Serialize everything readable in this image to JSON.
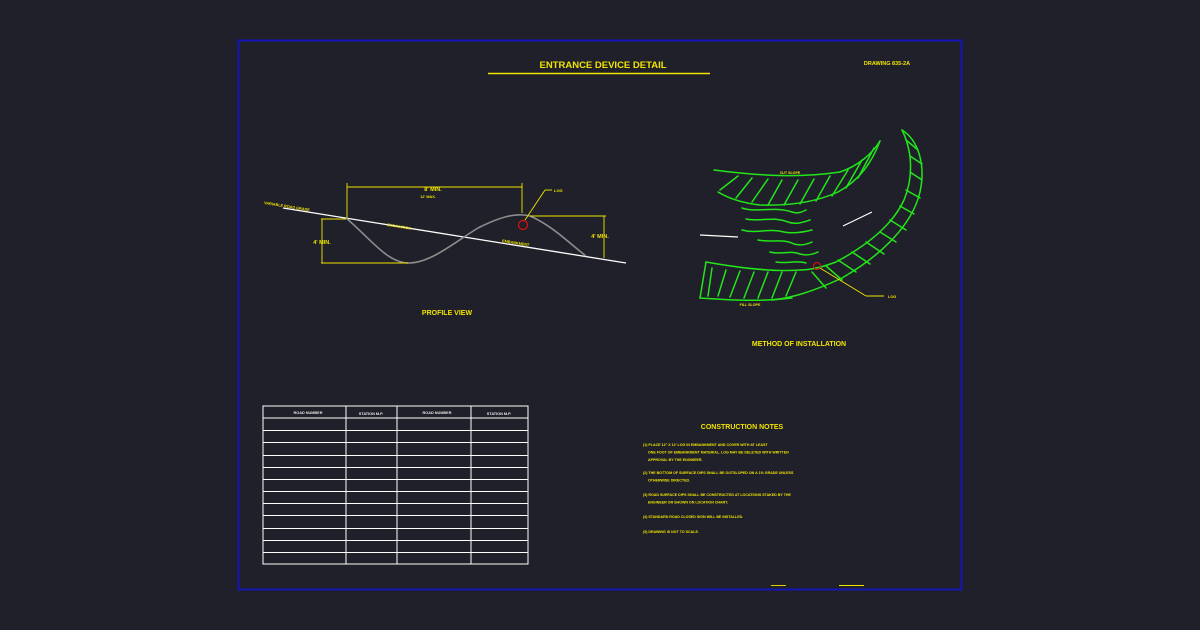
{
  "drawing": {
    "title": "ENTRANCE DEVICE DETAIL",
    "number": "DRAWING 835-2A"
  },
  "profile_view": {
    "label": "PROFILE VIEW",
    "dim_top": "8' MIN.",
    "dim_top_sub": "12' MAX.",
    "dim_left": "4' MIN.",
    "dim_right": "4' MIN.",
    "road_label": "VARIABLE ROAD GRADE",
    "excavation_label": "EXCAVATION",
    "embankment_label": "EMBANKMENT",
    "log_label": "LOG"
  },
  "installation": {
    "label": "METHOD OF INSTALLATION",
    "cut_slope": "CUT SLOPE",
    "fill_slope": "FILL SLOPE",
    "log_label": "LOG"
  },
  "table": {
    "headers": [
      "ROAD NUMBER",
      "STATION M.P.",
      "ROAD NUMBER",
      "STATION M.P."
    ],
    "row_count": 12
  },
  "notes": {
    "title": "CONSTRUCTION NOTES",
    "items": [
      [
        "(1)  PLACE 12\" X 12' LOG IN EMBANKMENT AND COVER WITH AT LEAST",
        "ONE FOOT OF EMBANKMENT MATERIAL.  LOG MAY BE DELETED WITH WRITTEN",
        "APPROVAL BY THE ENGINEER."
      ],
      [
        "(2)  THE BOTTOM OF SURFACE DIPS SHALL BE OUTSLOPED ON A 1% GRADE UNLESS",
        "OTHERWISE DIRECTED."
      ],
      [
        "(3)  ROAD SURFACE DIPS SHALL BE CONSTRUCTED AT LOCATIONS STAKED BY THE",
        "ENGINEER OR SHOWN ON LOCATION CHART."
      ],
      [
        "(4)  STANDARD ROAD CLOSED SIGN WILL BE INSTALLED."
      ],
      [
        "(5)  DRAWING IS NOT TO SCALE."
      ]
    ]
  },
  "colors": {
    "background": "#1f2029",
    "border": "#1616b8",
    "annotation": "#f2e400",
    "terrain": "#22e51a",
    "ground": "#ffffff",
    "profile_curve": "#8c8c8c",
    "log_marker": "#e01010"
  }
}
